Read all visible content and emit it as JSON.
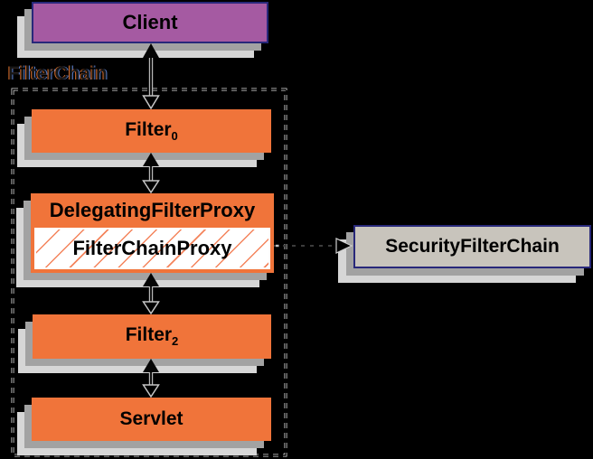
{
  "diagram": {
    "type": "architecture-flow",
    "group_label": "FilterChain",
    "nodes": [
      {
        "id": "client",
        "label": "Client",
        "fill": "#a55aa2",
        "border": "#28287a"
      },
      {
        "id": "filter0",
        "label": "Filter",
        "subscript": "0",
        "fill": "#f0743a"
      },
      {
        "id": "delegating_filter_proxy",
        "label": "DelegatingFilterProxy",
        "fill": "#f0743a"
      },
      {
        "id": "filter_chain_proxy",
        "label": "FilterChainProxy",
        "fill": "#ffffff",
        "hatch_color": "#f4845c"
      },
      {
        "id": "filter2",
        "label": "Filter",
        "subscript": "2",
        "fill": "#f0743a"
      },
      {
        "id": "servlet",
        "label": "Servlet",
        "fill": "#f0743a"
      },
      {
        "id": "security_filter_chain",
        "label": "SecurityFilterChain",
        "fill": "#c8c4bc",
        "border": "#28287a"
      }
    ],
    "edges": [
      {
        "from": "client",
        "to": "filter0",
        "style": "vertical-double-arrow"
      },
      {
        "from": "filter0",
        "to": "delegating_filter_proxy",
        "style": "vertical-double-arrow"
      },
      {
        "from": "delegating_filter_proxy",
        "to": "filter2",
        "style": "vertical-double-arrow"
      },
      {
        "from": "filter2",
        "to": "servlet",
        "style": "vertical-double-arrow"
      },
      {
        "from": "filter_chain_proxy",
        "to": "security_filter_chain",
        "style": "dashed-arrow-right"
      }
    ],
    "colors": {
      "background": "#000000",
      "shadow_dark": "#a2a2a2",
      "shadow_light": "#d6d6d6",
      "dashed_group_border": "#d9d9d9",
      "arrow": "#000000",
      "arrow_halo": "#c6c6c6"
    }
  }
}
